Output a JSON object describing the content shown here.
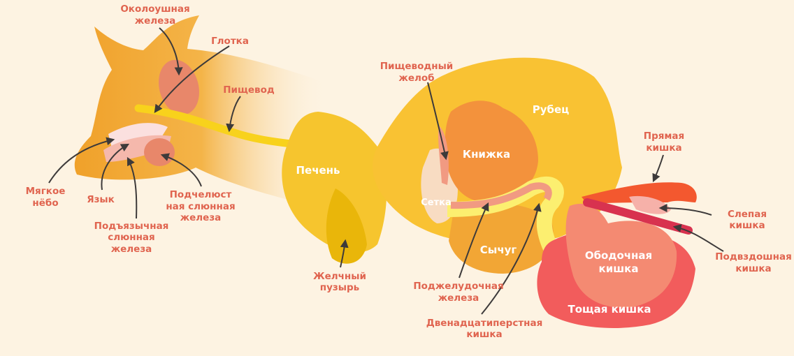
{
  "colors": {
    "background": "#fdf3e2",
    "label": "#e0644f",
    "head": "#f0a530",
    "esophagus": "#f8d21c",
    "liver": "#f6c52e",
    "gallbladder": "#e9b60a",
    "rumen": "#f9c233",
    "reticulum": "#f8dcc2",
    "omasum": "#f3923c",
    "abomasum": "#f2a635",
    "duodenum": "#fcef70",
    "pancreas": "#f19a82",
    "jejunum": "#f25c5c",
    "colon": "#f48a72",
    "rectum": "#f3582f",
    "cecum": "#f6b1a9",
    "ileum": "#d8324f",
    "arrow": "#3d3a3a"
  },
  "labels": {
    "parotid": [
      "Околоушная",
      "железа"
    ],
    "pharynx": "Глотка",
    "esophagus": "Пищевод",
    "soft_palate": [
      "Мягкое",
      "нёбо"
    ],
    "tongue": "Язык",
    "sublingual": [
      "Подъязычная",
      "слюнная",
      "железа"
    ],
    "submandibular": [
      "Подчелюст",
      "ная слюнная",
      "железа"
    ],
    "liver": "Печень",
    "gallbladder": [
      "Желчный",
      "пузырь"
    ],
    "esophageal_groove": [
      "Пищеводный",
      "желоб"
    ],
    "rumen": "Рубец",
    "omasum": "Книжка",
    "reticulum": "Сетка",
    "abomasum": "Сычуг",
    "pancreas": [
      "Поджелудочная",
      "железа"
    ],
    "duodenum": [
      "Двенадцатиперстная",
      "кишка"
    ],
    "rectum": [
      "Прямая",
      "кишка"
    ],
    "cecum": [
      "Слепая",
      "кишка"
    ],
    "colon": [
      "Ободочная",
      "кишка"
    ],
    "ileum": [
      "Подвздошная",
      "кишка"
    ],
    "jejunum": "Тощая кишка"
  }
}
